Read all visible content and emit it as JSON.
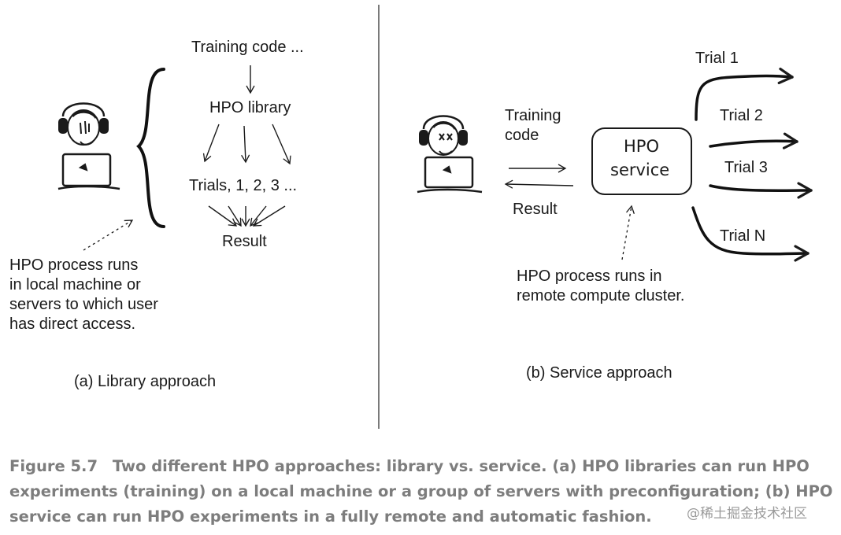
{
  "panel_a": {
    "training_code": "Training code ...",
    "library": "HPO library",
    "trials": "Trials, 1, 2, 3 ...",
    "result": "Result",
    "note": [
      "HPO process runs",
      "in local machine or",
      "servers to which user",
      "has direct access."
    ],
    "label": "(a) Library approach"
  },
  "panel_b": {
    "training_code": [
      "Training",
      "code"
    ],
    "result": "Result",
    "service": [
      "HPO",
      "service"
    ],
    "trials": [
      "Trial 1",
      "Trial 2",
      "Trial 3",
      "Trial N"
    ],
    "note": [
      "HPO process runs in",
      "remote compute cluster."
    ],
    "label": "(b) Service approach"
  },
  "caption": {
    "lead": "Figure 5.7",
    "text": "Two different HPO approaches: library vs. service. (a) HPO libraries can run HPO experiments (training) on a local machine or a group of servers with preconfiguration; (b) HPO service can run HPO experiments in a fully remote and automatic fashion."
  },
  "watermark": "@稀土掘金技术社区",
  "icons": [
    "user-at-laptop-icon",
    "curly-brace",
    "arrow"
  ]
}
